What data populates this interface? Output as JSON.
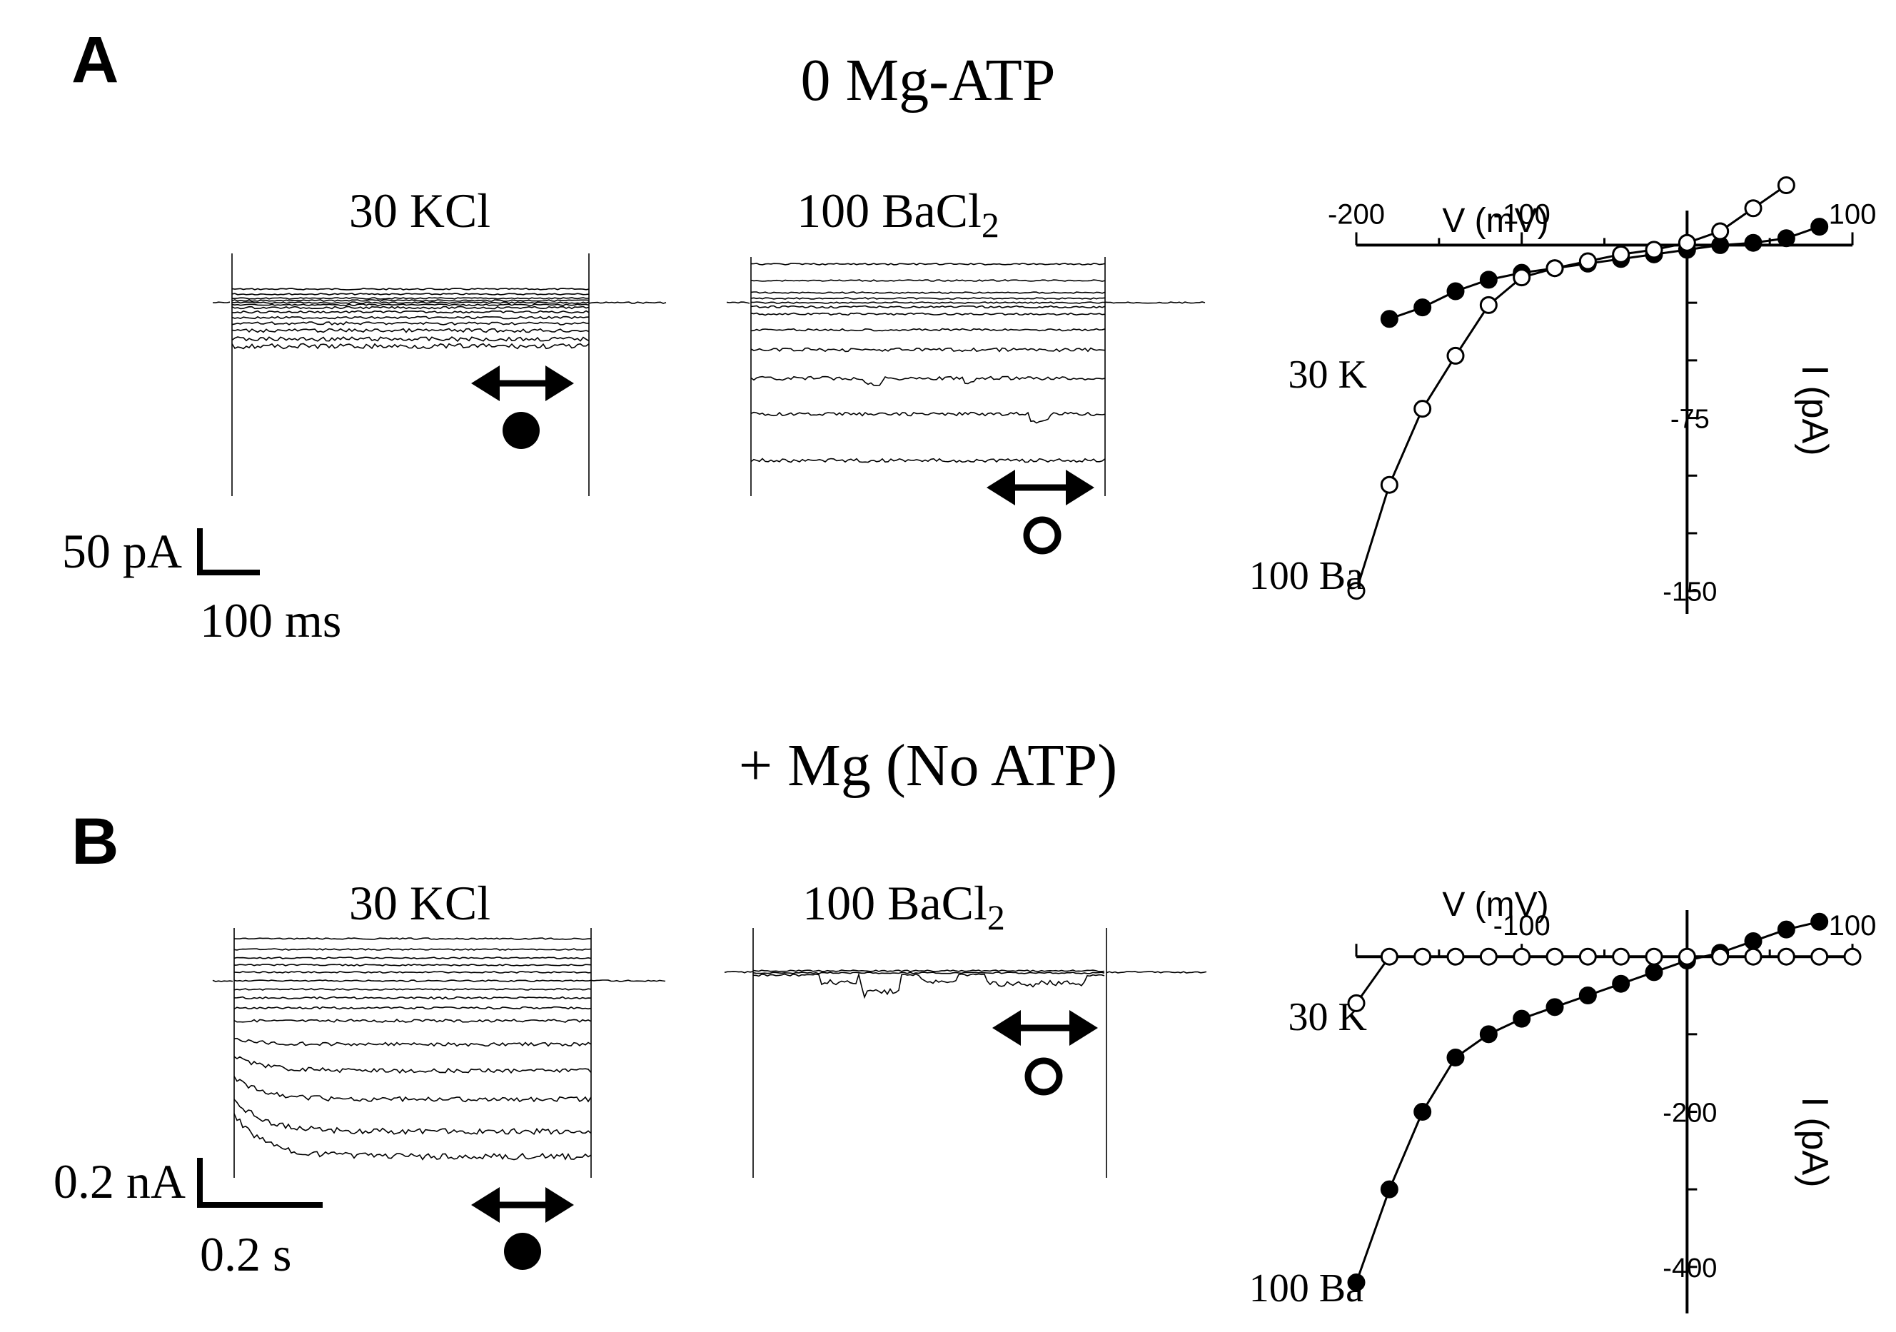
{
  "panels": [
    {
      "letter": "A",
      "condition": "0 Mg-ATP",
      "trace_label_k": "30 KCl",
      "trace_label_ba_main": "100 BaCl",
      "trace_label_ba_sub": "2",
      "scale_bar": {
        "current": "50 pA",
        "time": "100 ms"
      },
      "markers": {
        "k": "filled-circle",
        "ba": "open-circle"
      }
    },
    {
      "letter": "B",
      "condition": "+ Mg (No ATP)",
      "trace_label_k": "30 KCl",
      "trace_label_ba_main": "100 BaCl",
      "trace_label_ba_sub": "2",
      "scale_bar": {
        "current": "0.2 nA",
        "time": "0.2 s"
      },
      "markers": {
        "k": "filled-circle",
        "ba": "open-circle"
      }
    }
  ],
  "colors": {
    "ink": "#000000",
    "background": "#ffffff"
  },
  "chart_data": [
    {
      "type": "scatter",
      "panel": "A",
      "xlabel": "V (mV)",
      "ylabel": "I (pA)",
      "xlim": [
        -200,
        100
      ],
      "ylim": [
        -160,
        15
      ],
      "x_ticks": [
        -200,
        -100,
        100
      ],
      "y_ticks": [
        -75,
        -150
      ],
      "series": [
        {
          "name": "30 K",
          "marker": "filled",
          "points": [
            [
              -180,
              -32
            ],
            [
              -160,
              -27
            ],
            [
              -140,
              -20
            ],
            [
              -120,
              -15
            ],
            [
              -100,
              -12
            ],
            [
              -80,
              -10
            ],
            [
              -60,
              -8
            ],
            [
              -40,
              -6
            ],
            [
              -20,
              -4
            ],
            [
              0,
              -2
            ],
            [
              20,
              0
            ],
            [
              40,
              1
            ],
            [
              60,
              3
            ],
            [
              80,
              8
            ]
          ]
        },
        {
          "name": "100 Ba",
          "marker": "open",
          "points": [
            [
              -200,
              -150
            ],
            [
              -180,
              -104
            ],
            [
              -160,
              -71
            ],
            [
              -140,
              -48
            ],
            [
              -120,
              -26
            ],
            [
              -100,
              -14
            ],
            [
              -80,
              -10
            ],
            [
              -60,
              -7
            ],
            [
              -40,
              -4
            ],
            [
              -20,
              -2
            ],
            [
              0,
              1
            ],
            [
              20,
              6
            ],
            [
              40,
              16
            ],
            [
              60,
              26
            ]
          ]
        }
      ]
    },
    {
      "type": "scatter",
      "panel": "B",
      "xlabel": "V (mV)",
      "ylabel": "I (pA)",
      "xlim": [
        -200,
        100
      ],
      "ylim": [
        -460,
        60
      ],
      "x_ticks": [
        -100,
        100
      ],
      "y_ticks": [
        -200,
        -400
      ],
      "series": [
        {
          "name": "30 K",
          "marker": "filled",
          "points": [
            [
              -200,
              -420
            ],
            [
              -180,
              -300
            ],
            [
              -160,
              -200
            ],
            [
              -140,
              -130
            ],
            [
              -120,
              -100
            ],
            [
              -100,
              -80
            ],
            [
              -80,
              -65
            ],
            [
              -60,
              -50
            ],
            [
              -40,
              -35
            ],
            [
              -20,
              -20
            ],
            [
              0,
              -5
            ],
            [
              20,
              5
            ],
            [
              40,
              20
            ],
            [
              60,
              35
            ],
            [
              80,
              45
            ]
          ]
        },
        {
          "name": "100 Ba",
          "marker": "open",
          "points": [
            [
              -200,
              -60
            ],
            [
              -180,
              0
            ],
            [
              -160,
              0
            ],
            [
              -140,
              0
            ],
            [
              -120,
              0
            ],
            [
              -100,
              0
            ],
            [
              -80,
              0
            ],
            [
              -60,
              0
            ],
            [
              -40,
              0
            ],
            [
              -20,
              0
            ],
            [
              0,
              0
            ],
            [
              20,
              0
            ],
            [
              40,
              0
            ],
            [
              60,
              0
            ],
            [
              80,
              0
            ],
            [
              100,
              0
            ]
          ]
        }
      ]
    }
  ]
}
